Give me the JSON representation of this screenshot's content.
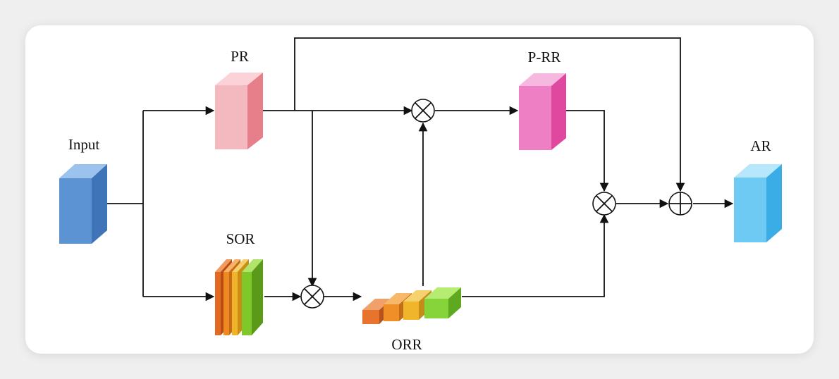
{
  "diagram": {
    "labels": {
      "input": "Input",
      "pr": "PR",
      "sor": "SOR",
      "orr": "ORR",
      "prr": "P-RR",
      "ar": "AR"
    },
    "colors": {
      "input": "#5b93d3",
      "pr": "#f4b8bf",
      "sor": [
        "#e36a22",
        "#ef8a22",
        "#f0b42a",
        "#7fc82a"
      ],
      "orr": [
        "#e8732c",
        "#f08f27",
        "#f1b52c",
        "#86d33a"
      ],
      "prr": "#ef7fc4",
      "ar": "#6fcaf3"
    },
    "operators": {
      "multiply": "⊗",
      "add": "⊕"
    }
  }
}
